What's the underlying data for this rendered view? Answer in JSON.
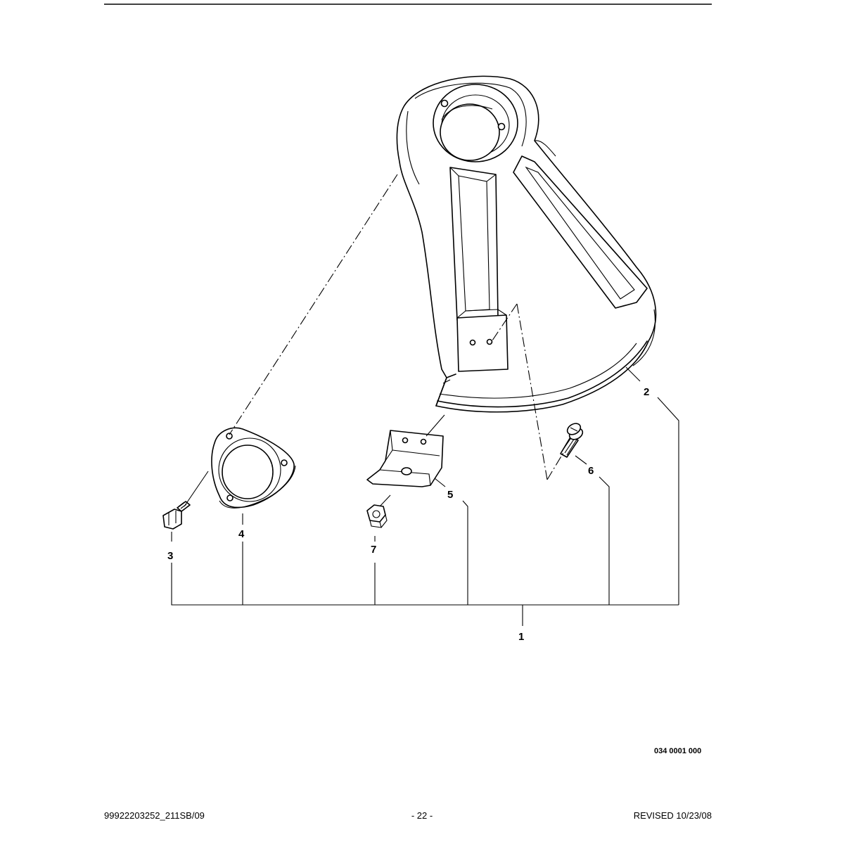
{
  "callouts": {
    "c1": "1",
    "c2": "2",
    "c3": "3",
    "c4": "4",
    "c5": "5",
    "c6": "6",
    "c7": "7"
  },
  "figure_code": "034 0001 000",
  "footer": {
    "left": "99922203252_211SB/09",
    "center": "- 22 -",
    "right": "REVISED 10/23/08"
  }
}
